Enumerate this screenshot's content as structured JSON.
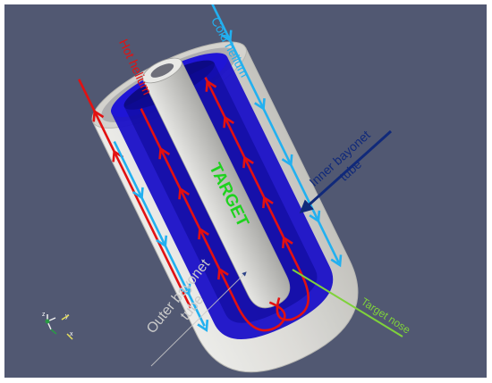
{
  "labels": {
    "hot_helium": "Hot helium",
    "cold_helium": "Cold helium",
    "inner_bayonet": [
      "Inner bayonet",
      "tube"
    ],
    "target": "TARGET",
    "outer_bayonet": [
      "Outer bayonet",
      "tube"
    ],
    "target_nose": "Target nose"
  },
  "axes_widget": {
    "x": "x",
    "y": "y",
    "z": "z"
  },
  "colors": {
    "background": "#515872",
    "outer_tube": "#e4e3df",
    "inner_tube": "#1a10c8",
    "target_rod": "#c9c9c6",
    "hot_arrow": "#e31111",
    "cold_arrow": "#22b0f0",
    "inner_pointer": "#10297a",
    "target_label": "#1fd21f",
    "nose_pointer": "#7fd23b",
    "outer_label": "#c9c9c9"
  }
}
